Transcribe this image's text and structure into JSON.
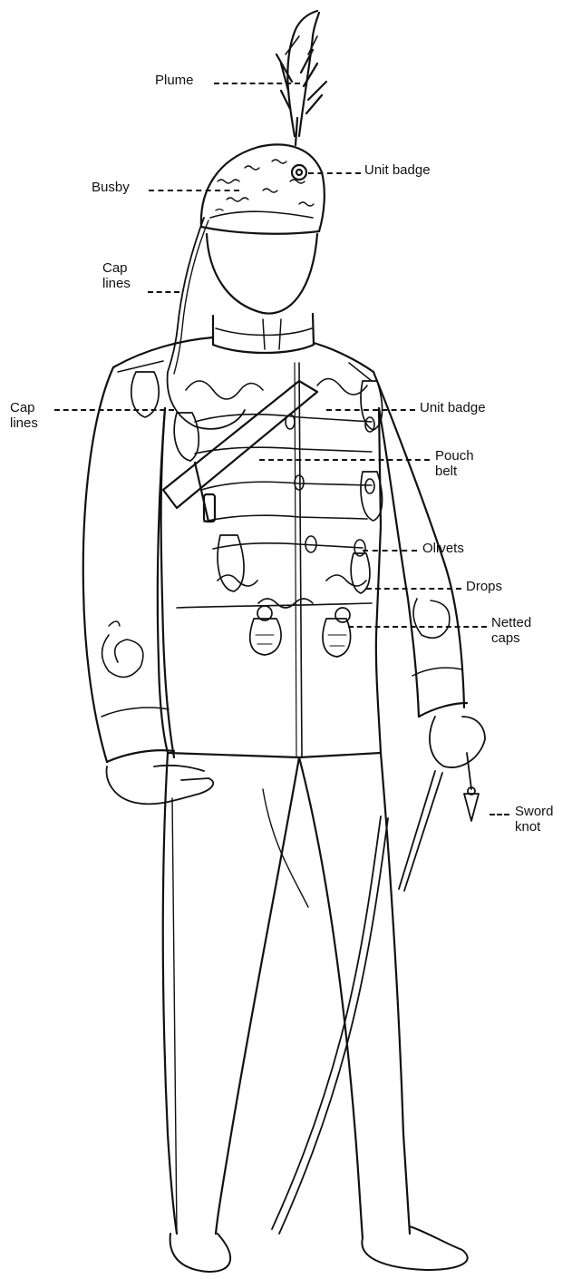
{
  "figure": {
    "subject": "uniform figure",
    "ink_color": "#111111",
    "paper_color": "#ffffff"
  },
  "labels": {
    "plume": "Plume",
    "busby": "Busby",
    "unit_badge_top": "Unit badge",
    "cap_lines_upper": "Cap\nlines",
    "cap_lines_left": "Cap\nlines",
    "unit_badge_mid": "Unit badge",
    "pouch_belt": "Pouch\nbelt",
    "olivets": "Olivets",
    "drops": "Drops",
    "netted_caps": "Netted\ncaps",
    "sword_knot": "Sword\nknot"
  }
}
